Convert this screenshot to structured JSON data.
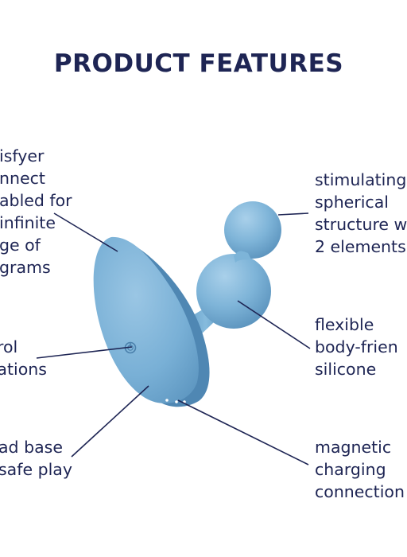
{
  "title": "PRODUCT FEATURES",
  "colors": {
    "text": "#1e2554",
    "product_blue": "#7eb4d8",
    "product_shadow": "#5b93bd",
    "product_highlight": "#a9d0ea",
    "background": "#ffffff"
  },
  "features": {
    "app": {
      "lines": [
        "isfyer",
        "nnect",
        "abled for",
        "infinite",
        "ge of",
        "grams"
      ]
    },
    "control": {
      "lines": [
        "trol",
        "rations"
      ]
    },
    "base": {
      "lines": [
        "ad base",
        "safe play"
      ]
    },
    "stimulating": {
      "lines": [
        "stimulating",
        "spherical",
        "structure w",
        "2 elements"
      ]
    },
    "flexible": {
      "lines": [
        "flexible",
        "body-frien",
        "silicone"
      ]
    },
    "magnetic": {
      "lines": [
        "magnetic",
        "charging",
        "connection"
      ]
    }
  }
}
